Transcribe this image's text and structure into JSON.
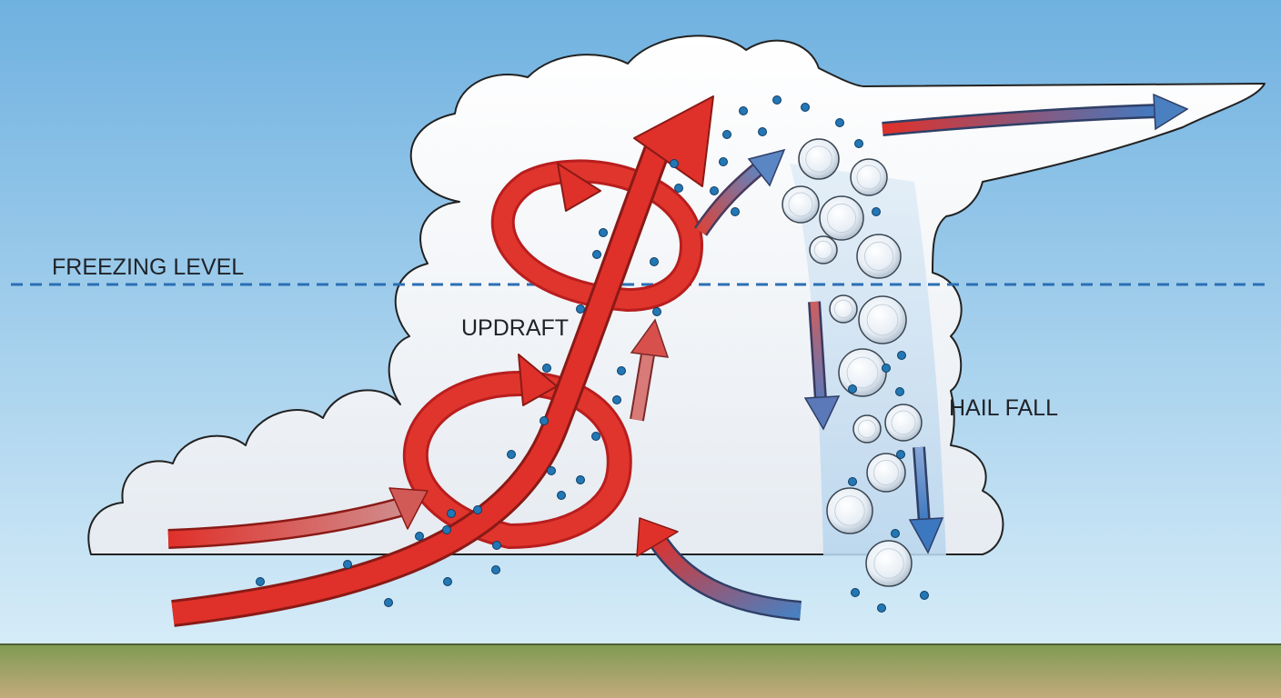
{
  "labels": {
    "freezing_level": "FREEZING LEVEL",
    "updraft": "UPDRAFT",
    "hail_fall": "HAIL FALL"
  },
  "colors": {
    "sky_top": "#6fb1e0",
    "sky_bottom": "#d6ecf8",
    "cloud_fill": "#f7f9fb",
    "cloud_shade": "#e2e7ee",
    "updraft_red": "#e0302a",
    "cool_blue": "#4a7fc0",
    "freezing_line": "#2a6fb5",
    "droplet": "#2277b4",
    "ground": "#8a9e5a"
  },
  "icons": {
    "updraft_arrow": "red-curved-arrow-icon",
    "rotation": "spiral-ribbon-icon",
    "downdraft_arrow": "blue-down-arrow-icon",
    "hailstone": "hailstone-icon",
    "droplet": "water-droplet-icon"
  }
}
